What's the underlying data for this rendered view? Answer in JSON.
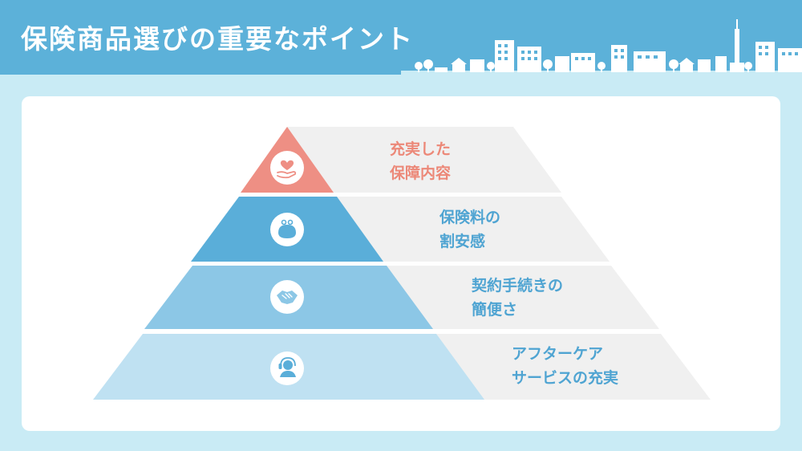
{
  "header": {
    "title": "保険商品選びの重要なポイント"
  },
  "colors": {
    "header_bg": "#5cb1d9",
    "page_bg": "#c9ebf5",
    "card_bg": "#ffffff",
    "band_bg": "#f0f0f0",
    "level1": "#ee8f84",
    "level2": "#5aaed9",
    "level3": "#8cc7e6",
    "level4": "#bfe1f2",
    "label_red": "#ec8878",
    "label_blue": "#4fa4d2"
  },
  "pyramid": {
    "levels": [
      {
        "icon": "heart-hand-icon",
        "lines": [
          "充実した",
          "保障内容"
        ]
      },
      {
        "icon": "wallet-icon",
        "lines": [
          "保険料の",
          "割安感"
        ]
      },
      {
        "icon": "handshake-icon",
        "lines": [
          "契約手続きの",
          "簡便さ"
        ]
      },
      {
        "icon": "support-headset-icon",
        "lines": [
          "アフターケア",
          "サービスの充実"
        ]
      }
    ]
  }
}
